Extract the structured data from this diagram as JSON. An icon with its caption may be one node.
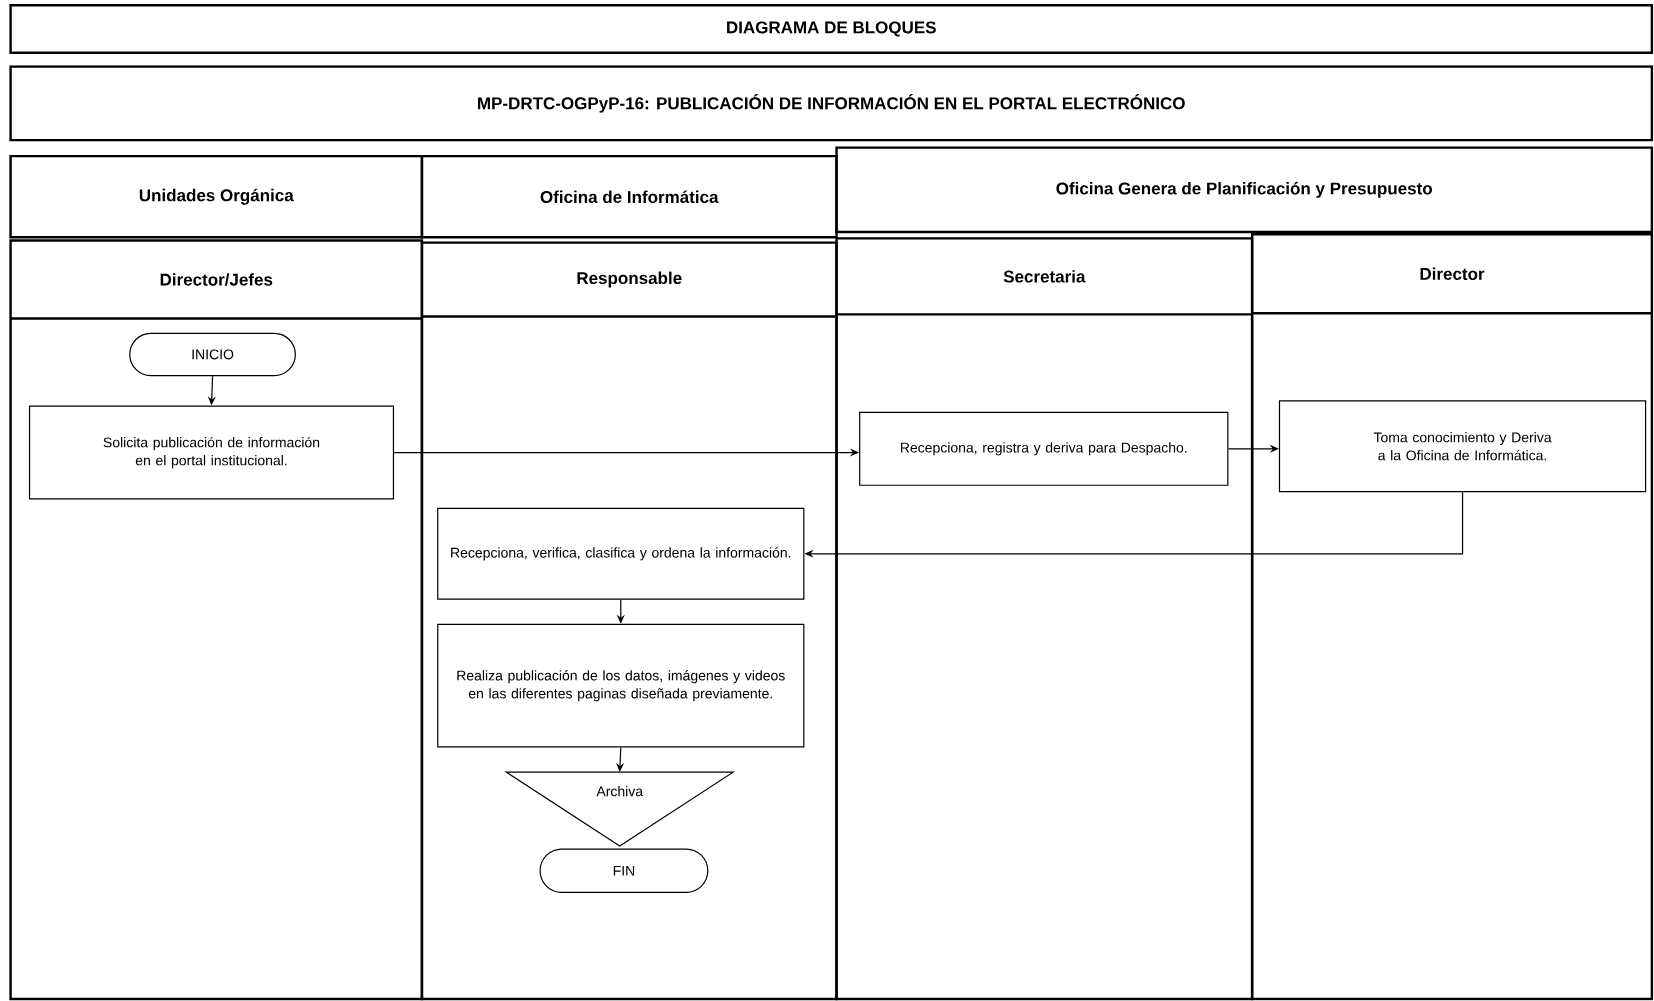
{
  "diagram": {
    "nodes": [
      {
        "text": [
          "DIAGRAMA DE BLOQUES"
        ]
      },
      {
        "text": [
          "MP-DRTC-OGPyP-16: PUBLICACIÓN DE INFORMACIÓN EN EL PORTAL ELECTRÓNICO"
        ]
      },
      {
        "text": [
          "Unidades Orgánica"
        ]
      },
      {
        "text": [
          "Oficina de Informática"
        ]
      },
      {
        "text": [
          "Oficina Genera de Planificación y Presupuesto"
        ]
      },
      {
        "text": [
          "Director/Jefes"
        ]
      },
      {
        "text": [
          "Responsable"
        ]
      },
      {
        "text": [
          "Secretaria"
        ]
      },
      {
        "text": [
          "Director"
        ]
      },
      {
        "text": [
          "INICIO"
        ],
        "in": 5
      },
      {
        "text": [
          "Solicita publicación de información en el portal institucional."
        ],
        "in": 5
      },
      {
        "text": [
          "Recepciona, registra y deriva para Despacho."
        ],
        "in": 7
      },
      {
        "text": [
          "Toma conocimiento y Deriva a la Oficina de Informática."
        ],
        "in": 8
      },
      {
        "text": [
          "Recepciona, verifica, clasifica y ordena la información."
        ],
        "in": 6
      },
      {
        "text": [
          "Realiza publicación de los datos, imágenes y videos en las diferentes paginas diseñada previamente."
        ],
        "in": 6
      },
      {
        "text": [
          "Archiva"
        ],
        "in": 6
      },
      {
        "text": [
          "FIN"
        ],
        "in": 6
      }
    ],
    "edges": [
      {
        "from": 9,
        "to": 10,
        "arrow": "to"
      },
      {
        "from": 10,
        "to": 11,
        "arrow": "to"
      },
      {
        "from": 11,
        "to": 12,
        "arrow": "to"
      },
      {
        "from": 12,
        "to": 13,
        "arrow": "to"
      },
      {
        "from": 13,
        "to": 14,
        "arrow": "to"
      },
      {
        "from": 14,
        "to": 15,
        "arrow": "to"
      }
    ]
  }
}
